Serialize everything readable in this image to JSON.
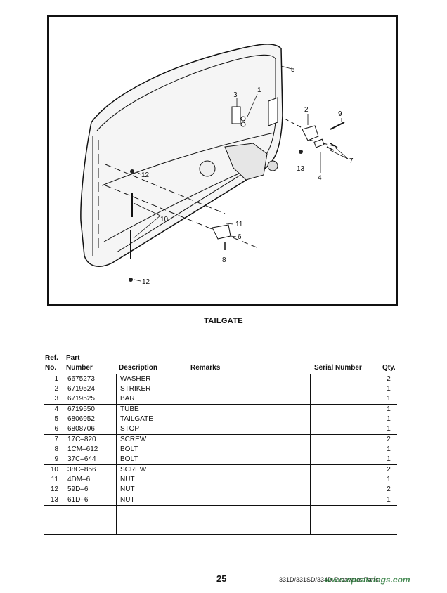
{
  "figure": {
    "callouts": [
      "1",
      "2",
      "3",
      "4",
      "5",
      "6",
      "7",
      "8",
      "9",
      "10",
      "11",
      "12",
      "12",
      "13"
    ]
  },
  "caption": "TAILGATE",
  "table": {
    "header": {
      "ref_top": "Ref.",
      "ref_bottom": "No.",
      "part_top": "Part",
      "part_bottom": "Number",
      "description": "Description",
      "remarks": "Remarks",
      "serial": "Serial Number",
      "qty": "Qty."
    },
    "groups": [
      [
        {
          "ref": "1",
          "part": "6675273",
          "desc": "WASHER",
          "qty": "2"
        },
        {
          "ref": "2",
          "part": "6719524",
          "desc": "STRIKER",
          "qty": "1"
        },
        {
          "ref": "3",
          "part": "6719525",
          "desc": "BAR",
          "qty": "1"
        }
      ],
      [
        {
          "ref": "4",
          "part": "6719550",
          "desc": "TUBE",
          "qty": "1"
        },
        {
          "ref": "5",
          "part": "6806952",
          "desc": "TAILGATE",
          "qty": "1"
        },
        {
          "ref": "6",
          "part": "6808706",
          "desc": "STOP",
          "qty": "1"
        }
      ],
      [
        {
          "ref": "7",
          "part": "17C–820",
          "desc": "SCREW",
          "qty": "2"
        },
        {
          "ref": "8",
          "part": "1CM–612",
          "desc": "BOLT",
          "qty": "1"
        },
        {
          "ref": "9",
          "part": "37C–644",
          "desc": "BOLT",
          "qty": "1"
        }
      ],
      [
        {
          "ref": "10",
          "part": "38C–856",
          "desc": "SCREW",
          "qty": "2"
        },
        {
          "ref": "11",
          "part": "4DM–6",
          "desc": "NUT",
          "qty": "1"
        },
        {
          "ref": "12",
          "part": "59D–6",
          "desc": "NUT",
          "qty": "2"
        }
      ],
      [
        {
          "ref": "13",
          "part": "61D–6",
          "desc": "NUT",
          "qty": "1"
        }
      ]
    ]
  },
  "footer": {
    "page_number": "25",
    "title": "331D/331SD/334D Excavator Parts"
  },
  "watermark": "www.epcatalogs.com"
}
